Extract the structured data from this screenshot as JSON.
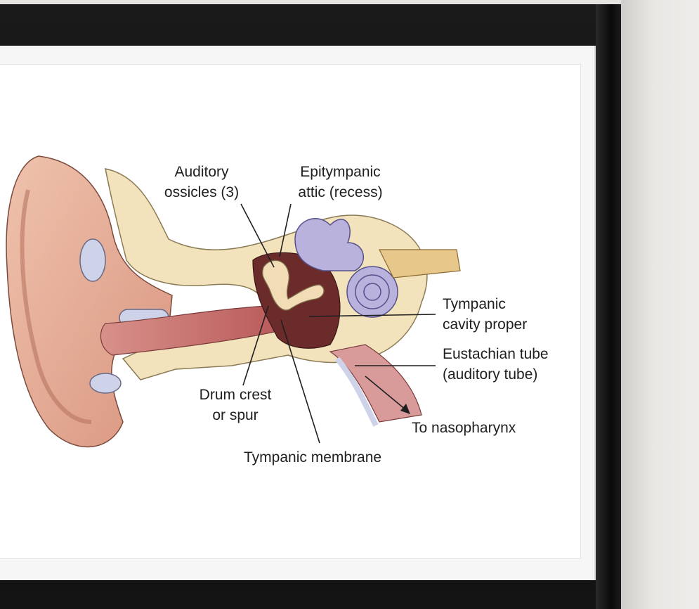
{
  "diagram": {
    "labels": {
      "auditory_ossicles": "Auditory\nossicles (3)",
      "epitympanic_attic": "Epitympanic\nattic (recess)",
      "tympanic_cavity": "Tympanic\ncavity proper",
      "eustachian_tube": "Eustachian tube\n(auditory tube)",
      "to_nasopharynx": "To nasopharynx",
      "drum_crest": "Drum crest\nor spur",
      "tympanic_membrane": "Tympanic membrane"
    },
    "colors": {
      "skin": "#e9b39e",
      "bone": "#f3e3bd",
      "cartilage": "#cfd3ea",
      "labyrinth": "#b9b2dc",
      "cavity": "#6b2b2b",
      "canal": "#d9827a"
    }
  }
}
